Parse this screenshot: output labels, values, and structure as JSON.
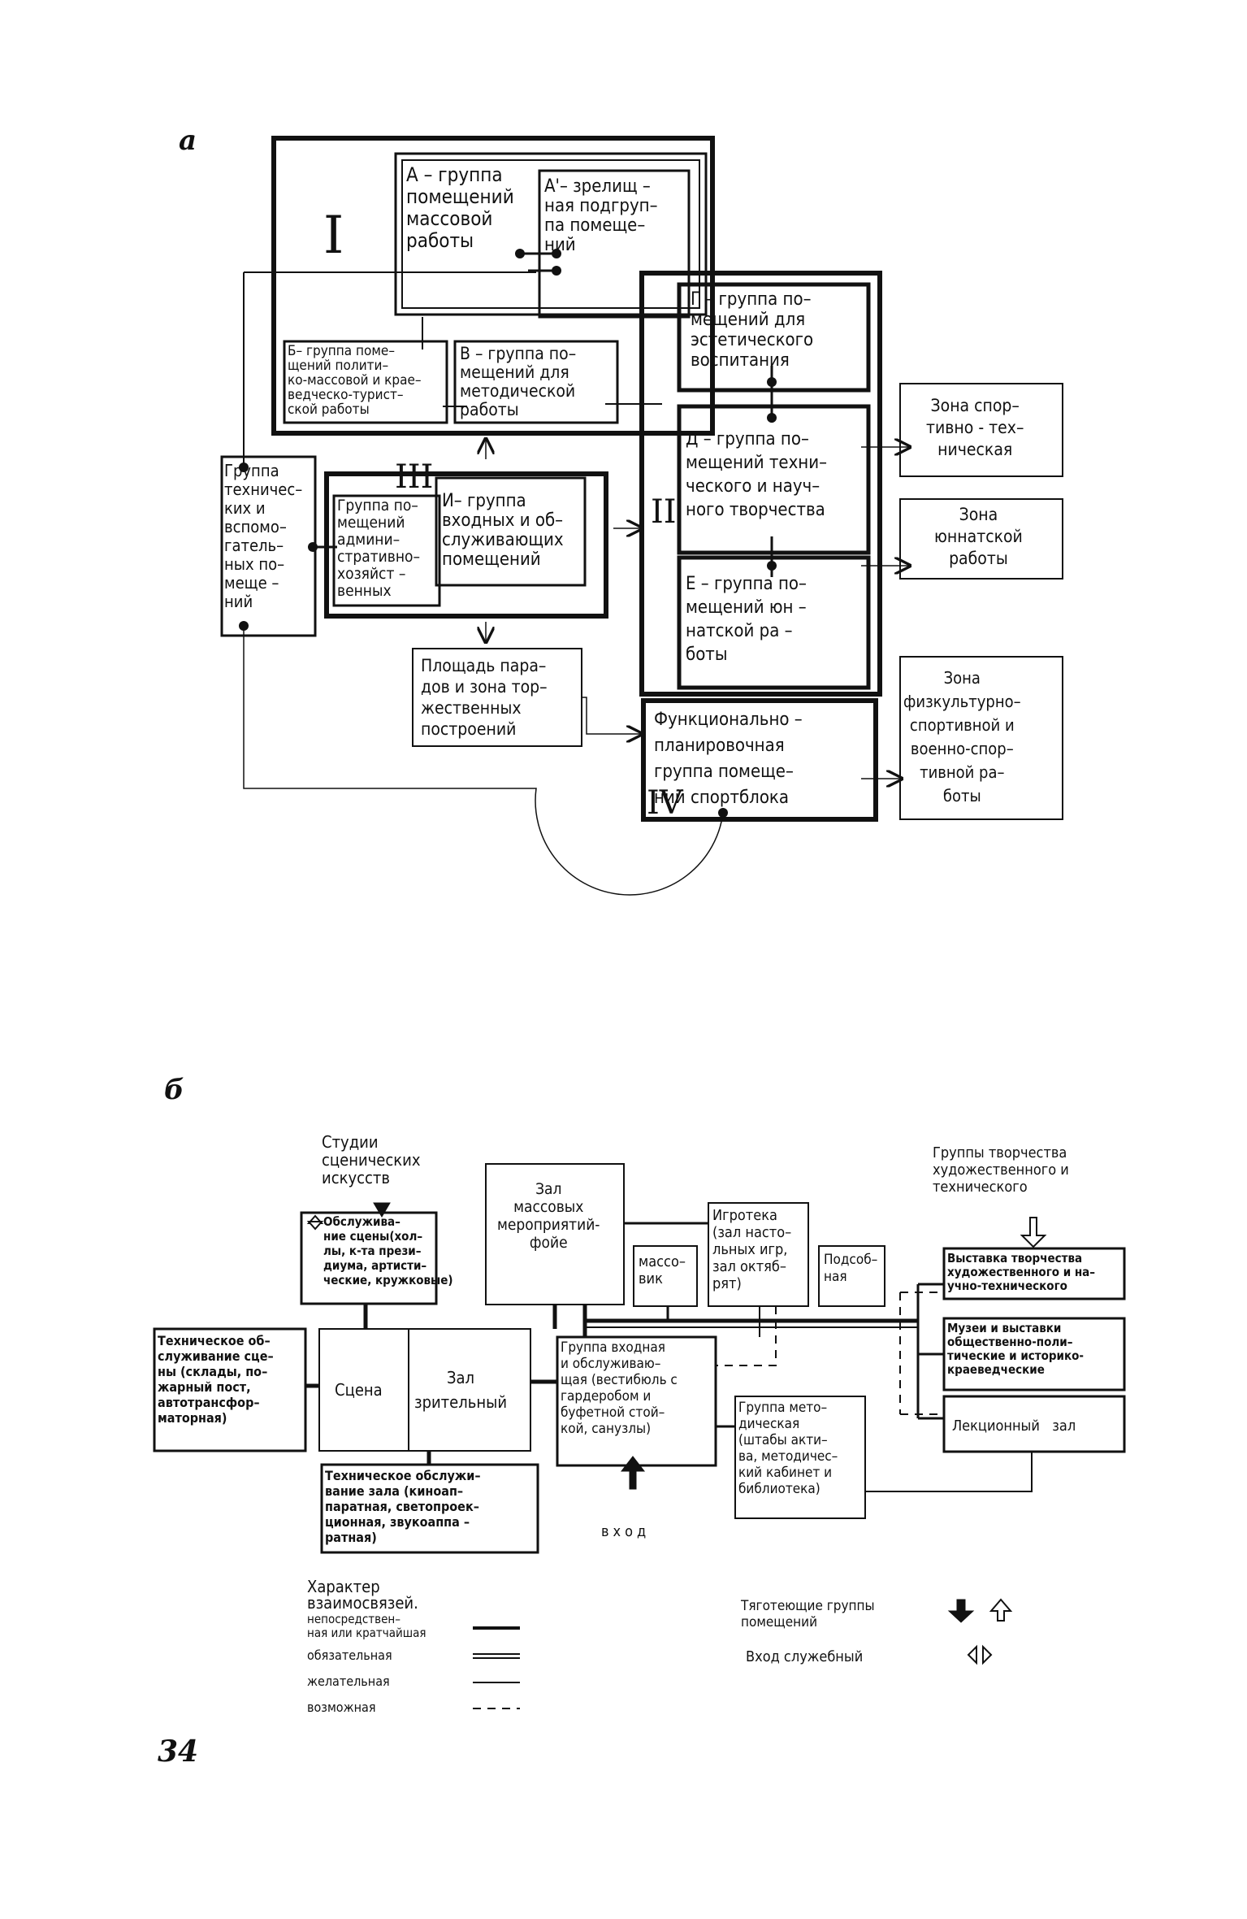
{
  "diagram_a": {
    "letter": "а",
    "roman_1": "I",
    "roman_2": "II",
    "roman_3": "III",
    "roman_4": "IV",
    "group_a": "А – группа\nпомещений\nмассовой\nработы",
    "group_a_sub": "А'– зрелищ –\nная подгруп–\nпа помеще–\nний",
    "group_b": "Б– группа поме–\nщений полити–\nко-массовой и крае–\nведческо-турист–\nской работы",
    "group_v": "В – группа по–\nмещений для\nметодической\nработы",
    "group_g": "Г – группа по–\nмещений для\nэстетического\nвоспитания",
    "group_d": "Д – группа по–\nмещений техни–\nческого и науч–\nного творчества",
    "group_e": "Е – группа по–\nмещений юн –\nнатской ра –\nботы",
    "group_tech": "Группа\nтехничес–\nких и\nвспомо–\nгатель–\nных по–\nмеще –\nний",
    "group_admin": "Группа по–\nмещений\nадмини–\nстративно–\nхозяйст –\nвенных",
    "group_i": "И– группа\nвходных и об–\nслуживающих\nпомещений",
    "parade": "Площадь пара–\nдов и зона тор–\nжественных\nпостроений",
    "sport_block": "Функционально –\nпланировочная\nгруппа помеще–\nний спортблока",
    "zone_sport_tech": "Зона спор–\nтивно - тех–\nническая",
    "zone_yunnat": "Зона\nюннатской\nработы",
    "zone_fizk": "Зона\nфизкультурно–\nспортивной и\nвоенно-спор–\nтивной ра–\nботы"
  },
  "diagram_b": {
    "letter": "б",
    "studios": "Студии\nсценических\nискусств",
    "stage_service": "Обслужива–\nние сцены(хол–\nлы, к-та прези–\nдиума, артисти–\nческие, кружковые)",
    "mass_hall": "Зал\nмассовых\nмероприятий-\nфойе",
    "massovik": "массо–\nвик",
    "igroteka": "Игротека\n(зал насто–\nльных игр,\nзал октяб–\nрят)",
    "podsob": "Подсоб–\nная",
    "creative_groups": "Группы творчества\nхудожественного и\nтехнического",
    "exhibit_creative": "Выставка творчества\nхудожественного и на–\nучно-технического",
    "museums": "Музеи и выставки\nобщественно-поли–\nтические и историко-\nкраеведческие",
    "lecture_hall": "Лекционный   зал",
    "tech_stage": "Техническое об–\nслуживание сце–\nны (склады, по–\nжарный пост,\nавтотрансфор–\nматорная)",
    "stage": "Сцена",
    "auditorium": "Зал\nзрительный",
    "entrance_group": "Группа входная\nи обслуживаю–\nщая (вестибюль с\nгардеробом и\nбуфетной стой–\nкой, санузлы)",
    "method_group": "Группа мето–\nдическая\n(штабы акти–\nва, методичес–\nкий кабинет и\nбиблиотека)",
    "tech_hall": "Техническое обслужи–\nвание зала (киноап–\nпаратная, светопроек–\nционная, звукоаппа –\nратная)",
    "entrance": "вход"
  },
  "legend": {
    "title": "Характер\nвзаимосвязей.",
    "direct": "непосредствен–\nная или кратчайшая",
    "mandatory": "обязательная",
    "desirable": "желательная",
    "possible": "возможная",
    "gravitating": "Тяготеющие группы\nпомещений",
    "service_entry": "Вход служебный"
  },
  "page_number": "34"
}
